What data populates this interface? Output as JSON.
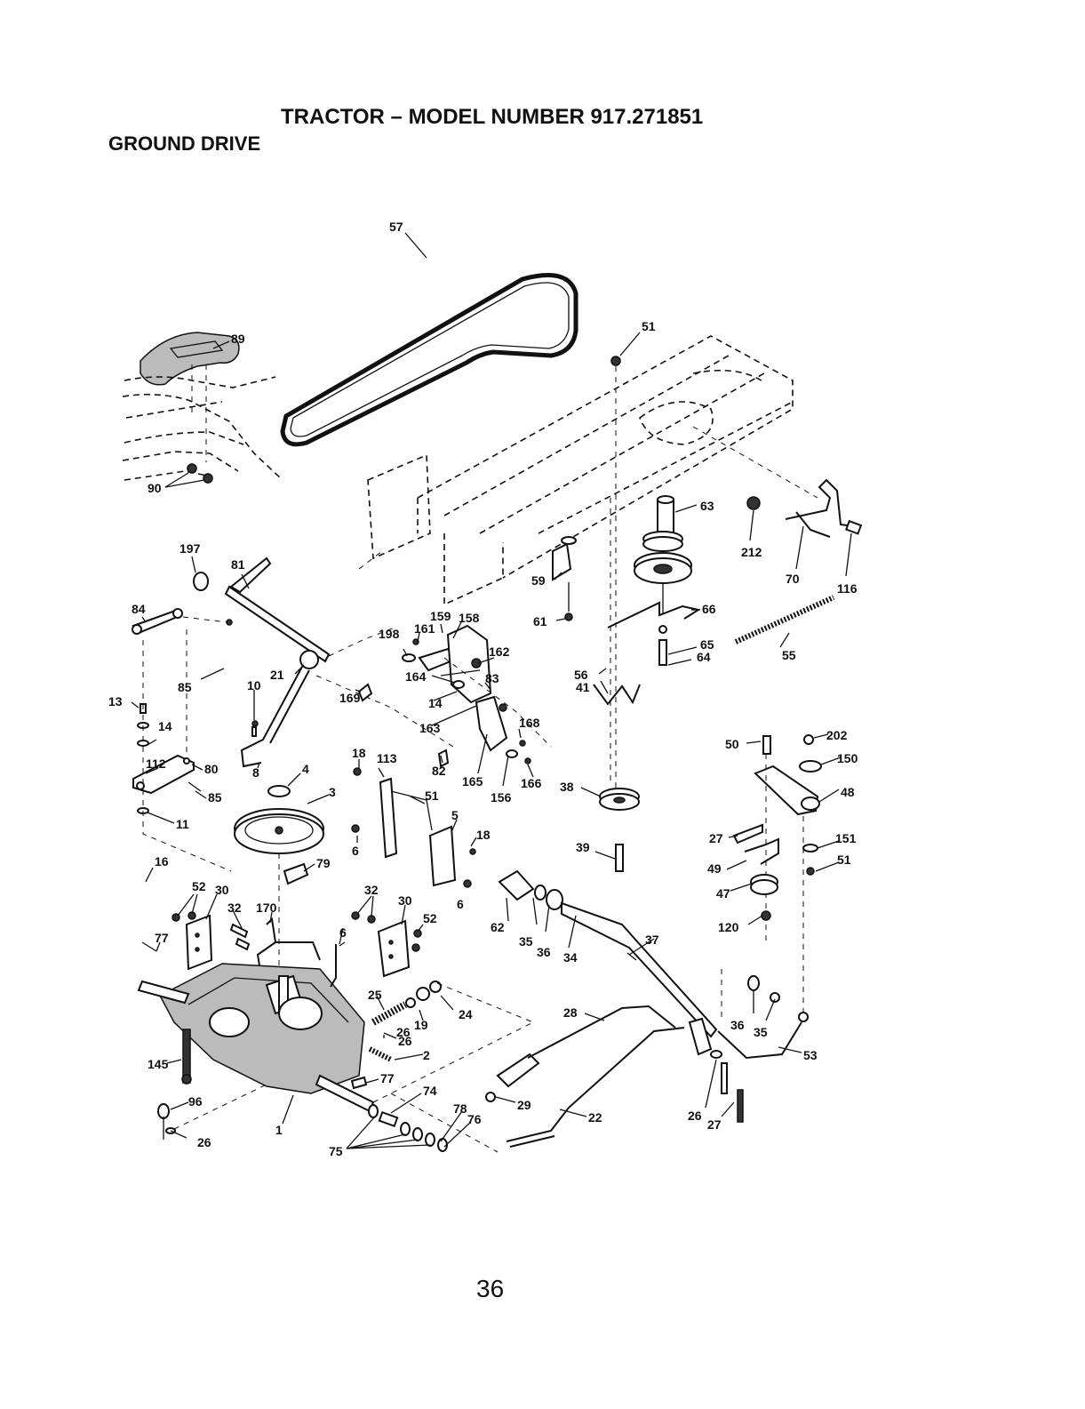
{
  "header": {
    "title": "TRACTOR – MODEL NUMBER 917.271851",
    "section": "GROUND DRIVE"
  },
  "page_number": "36",
  "callouts": [
    {
      "label": "57"
    },
    {
      "label": "89"
    },
    {
      "label": "51"
    },
    {
      "label": "90"
    },
    {
      "label": "63"
    },
    {
      "label": "212"
    },
    {
      "label": "70"
    },
    {
      "label": "116"
    },
    {
      "label": "197"
    },
    {
      "label": "81"
    },
    {
      "label": "59"
    },
    {
      "label": "61"
    },
    {
      "label": "84"
    },
    {
      "label": "159"
    },
    {
      "label": "158"
    },
    {
      "label": "66"
    },
    {
      "label": "198"
    },
    {
      "label": "161"
    },
    {
      "label": "162"
    },
    {
      "label": "65"
    },
    {
      "label": "21"
    },
    {
      "label": "56"
    },
    {
      "label": "64"
    },
    {
      "label": "55"
    },
    {
      "label": "85"
    },
    {
      "label": "169"
    },
    {
      "label": "164"
    },
    {
      "label": "83"
    },
    {
      "label": "10"
    },
    {
      "label": "14"
    },
    {
      "label": "41"
    },
    {
      "label": "13"
    },
    {
      "label": "14"
    },
    {
      "label": "163"
    },
    {
      "label": "168"
    },
    {
      "label": "202"
    },
    {
      "label": "112"
    },
    {
      "label": "50"
    },
    {
      "label": "150"
    },
    {
      "label": "18"
    },
    {
      "label": "113"
    },
    {
      "label": "82"
    },
    {
      "label": "80"
    },
    {
      "label": "8"
    },
    {
      "label": "4"
    },
    {
      "label": "165"
    },
    {
      "label": "166"
    },
    {
      "label": "38"
    },
    {
      "label": "48"
    },
    {
      "label": "85"
    },
    {
      "label": "3"
    },
    {
      "label": "51"
    },
    {
      "label": "156"
    },
    {
      "label": "11"
    },
    {
      "label": "5"
    },
    {
      "label": "27"
    },
    {
      "label": "151"
    },
    {
      "label": "18"
    },
    {
      "label": "6"
    },
    {
      "label": "39"
    },
    {
      "label": "51"
    },
    {
      "label": "49"
    },
    {
      "label": "16"
    },
    {
      "label": "79"
    },
    {
      "label": "47"
    },
    {
      "label": "52"
    },
    {
      "label": "30"
    },
    {
      "label": "32"
    },
    {
      "label": "30"
    },
    {
      "label": "6"
    },
    {
      "label": "62"
    },
    {
      "label": "32"
    },
    {
      "label": "170"
    },
    {
      "label": "52"
    },
    {
      "label": "35"
    },
    {
      "label": "120"
    },
    {
      "label": "77"
    },
    {
      "label": "6"
    },
    {
      "label": "36"
    },
    {
      "label": "37"
    },
    {
      "label": "34"
    },
    {
      "label": "25"
    },
    {
      "label": "24"
    },
    {
      "label": "28"
    },
    {
      "label": "36"
    },
    {
      "label": "35"
    },
    {
      "label": "26"
    },
    {
      "label": "19"
    },
    {
      "label": "26"
    },
    {
      "label": "2"
    },
    {
      "label": "53"
    },
    {
      "label": "145"
    },
    {
      "label": "77"
    },
    {
      "label": "74"
    },
    {
      "label": "96"
    },
    {
      "label": "29"
    },
    {
      "label": "78"
    },
    {
      "label": "76"
    },
    {
      "label": "22"
    },
    {
      "label": "26"
    },
    {
      "label": "27"
    },
    {
      "label": "1"
    },
    {
      "label": "26"
    },
    {
      "label": "75"
    }
  ]
}
